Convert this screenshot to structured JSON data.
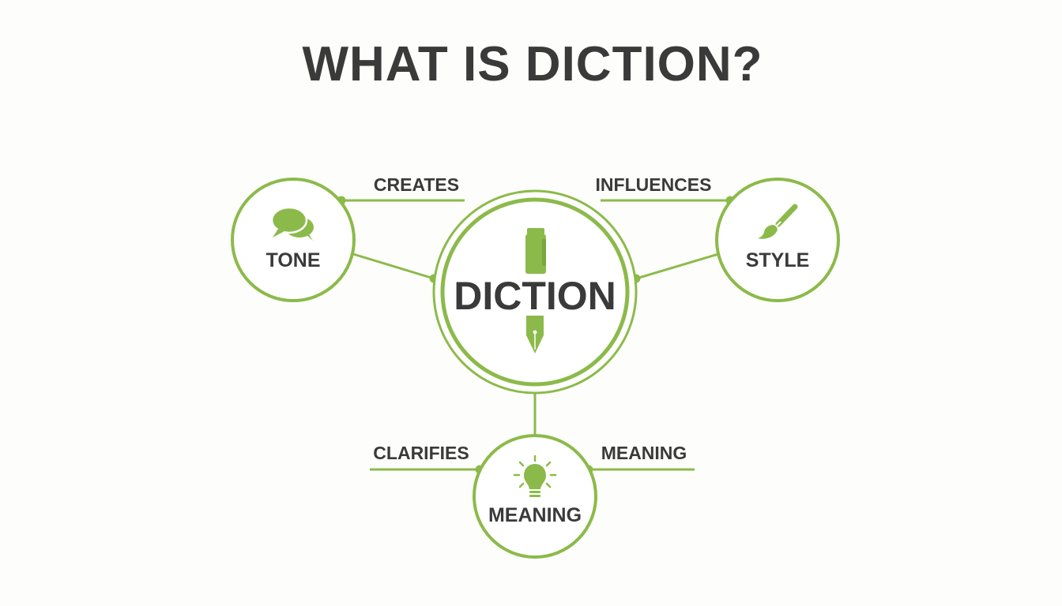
{
  "title": "WHAT IS DICTION?",
  "colors": {
    "accent": "#8cba4a",
    "text": "#3a3a3a",
    "background": "#fdfdfc"
  },
  "center": {
    "label": "DICTION",
    "icon": "fountain-pen-icon"
  },
  "nodes": {
    "tone": {
      "label": "TONE",
      "icon": "speech-bubbles-icon"
    },
    "style": {
      "label": "STYLE",
      "icon": "paintbrush-icon"
    },
    "meaning": {
      "label": "MEANING",
      "icon": "lightbulb-icon"
    }
  },
  "edges": {
    "creates": "CREATES",
    "influences": "INFLUENCES",
    "clarifies": "CLARIFIES",
    "meaning": "MEANING"
  }
}
